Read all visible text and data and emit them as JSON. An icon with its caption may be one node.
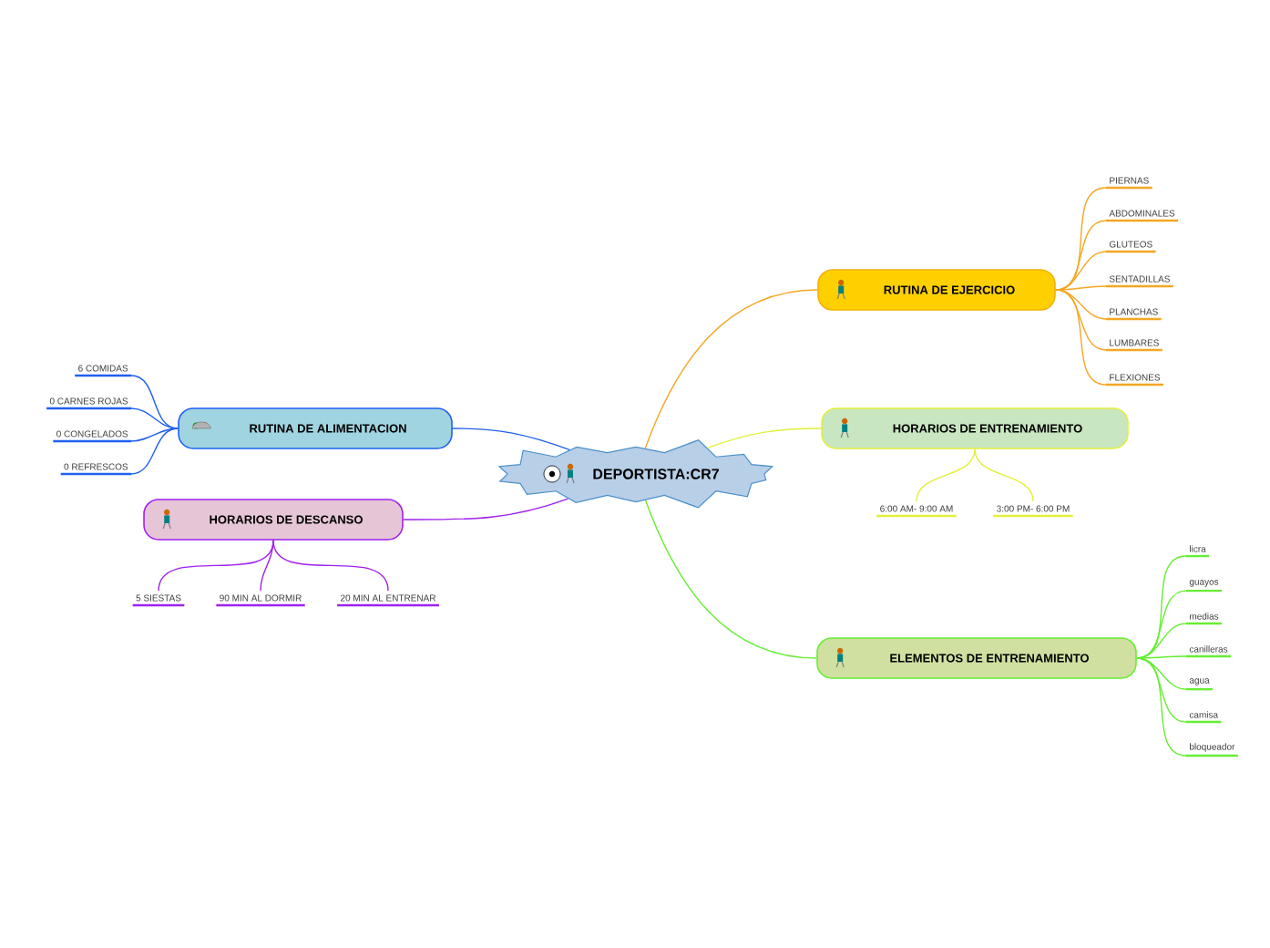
{
  "diagram": {
    "nodes": [
      {
        "text": [
          "DEPORTISTA:CR7"
        ]
      },
      {
        "text": [
          "RUTINA DE EJERCICIO"
        ]
      },
      {
        "text": [
          "PIERNAS"
        ]
      },
      {
        "text": [
          "ABDOMINALES"
        ]
      },
      {
        "text": [
          "GLUTEOS"
        ]
      },
      {
        "text": [
          "SENTADILLAS"
        ]
      },
      {
        "text": [
          "PLANCHAS"
        ]
      },
      {
        "text": [
          "LUMBARES"
        ]
      },
      {
        "text": [
          "FLEXIONES"
        ]
      },
      {
        "text": [
          "HORARIOS DE ENTRENAMIENTO"
        ]
      },
      {
        "text": [
          "6:00 AM- 9:00 AM"
        ]
      },
      {
        "text": [
          "3:00 PM- 6:00 PM"
        ]
      },
      {
        "text": [
          "ELEMENTOS  DE ENTRENAMIENTO"
        ]
      },
      {
        "text": [
          "licra"
        ]
      },
      {
        "text": [
          "guayos"
        ]
      },
      {
        "text": [
          "medias"
        ]
      },
      {
        "text": [
          "canilleras"
        ]
      },
      {
        "text": [
          "agua"
        ]
      },
      {
        "text": [
          "camisa"
        ]
      },
      {
        "text": [
          "bloqueador"
        ]
      },
      {
        "text": [
          "RUTINA DE ALIMENTACION"
        ]
      },
      {
        "text": [
          "6 COMIDAS"
        ]
      },
      {
        "text": [
          "0 CARNES ROJAS"
        ]
      },
      {
        "text": [
          "0 CONGELADOS"
        ]
      },
      {
        "text": [
          "0 REFRESCOS"
        ]
      },
      {
        "text": [
          "HORARIOS DE DESCANSO"
        ]
      },
      {
        "text": [
          "5 SIESTAS"
        ]
      },
      {
        "text": [
          "90 MIN AL DORMIR"
        ]
      },
      {
        "text": [
          "20 MIN AL ENTRENAR"
        ]
      }
    ],
    "edges": [
      {
        "from": 0,
        "to": 1,
        "arrow": "none",
        "color": "#f5a623"
      },
      {
        "from": 1,
        "to": 2,
        "arrow": "none",
        "color": "#f5a623"
      },
      {
        "from": 1,
        "to": 3,
        "arrow": "none",
        "color": "#f5a623"
      },
      {
        "from": 1,
        "to": 4,
        "arrow": "none",
        "color": "#f5a623"
      },
      {
        "from": 1,
        "to": 5,
        "arrow": "none",
        "color": "#f5a623"
      },
      {
        "from": 1,
        "to": 6,
        "arrow": "none",
        "color": "#f5a623"
      },
      {
        "from": 1,
        "to": 7,
        "arrow": "none",
        "color": "#f5a623"
      },
      {
        "from": 1,
        "to": 8,
        "arrow": "none",
        "color": "#f5a623"
      },
      {
        "from": 0,
        "to": 9,
        "arrow": "none",
        "color": "#e2f03a"
      },
      {
        "from": 9,
        "to": 10,
        "arrow": "none",
        "color": "#e2f03a"
      },
      {
        "from": 9,
        "to": 11,
        "arrow": "none",
        "color": "#e2f03a"
      },
      {
        "from": 0,
        "to": 12,
        "arrow": "none",
        "color": "#66ee33"
      },
      {
        "from": 12,
        "to": 13,
        "arrow": "none",
        "color": "#66ee33"
      },
      {
        "from": 12,
        "to": 14,
        "arrow": "none",
        "color": "#66ee33"
      },
      {
        "from": 12,
        "to": 15,
        "arrow": "none",
        "color": "#66ee33"
      },
      {
        "from": 12,
        "to": 16,
        "arrow": "none",
        "color": "#66ee33"
      },
      {
        "from": 12,
        "to": 17,
        "arrow": "none",
        "color": "#66ee33"
      },
      {
        "from": 12,
        "to": 18,
        "arrow": "none",
        "color": "#66ee33"
      },
      {
        "from": 12,
        "to": 19,
        "arrow": "none",
        "color": "#66ee33"
      },
      {
        "from": 0,
        "to": 20,
        "arrow": "none",
        "color": "#2060f0"
      },
      {
        "from": 20,
        "to": 21,
        "arrow": "none",
        "color": "#2060f0"
      },
      {
        "from": 20,
        "to": 22,
        "arrow": "none",
        "color": "#2060f0"
      },
      {
        "from": 20,
        "to": 23,
        "arrow": "none",
        "color": "#2060f0"
      },
      {
        "from": 20,
        "to": 24,
        "arrow": "none",
        "color": "#2060f0"
      },
      {
        "from": 0,
        "to": 25,
        "arrow": "none",
        "color": "#a020f0"
      },
      {
        "from": 25,
        "to": 26,
        "arrow": "none",
        "color": "#a020f0"
      },
      {
        "from": 25,
        "to": 27,
        "arrow": "none",
        "color": "#a020f0"
      },
      {
        "from": 25,
        "to": 28,
        "arrow": "none",
        "color": "#a020f0"
      }
    ]
  }
}
